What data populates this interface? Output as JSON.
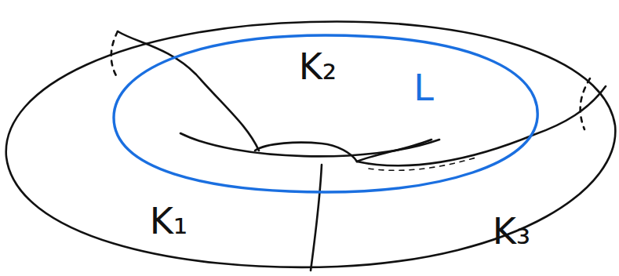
{
  "diagram": {
    "labels": [
      "K₂",
      "L",
      "K₁",
      "K₃"
    ]
  }
}
